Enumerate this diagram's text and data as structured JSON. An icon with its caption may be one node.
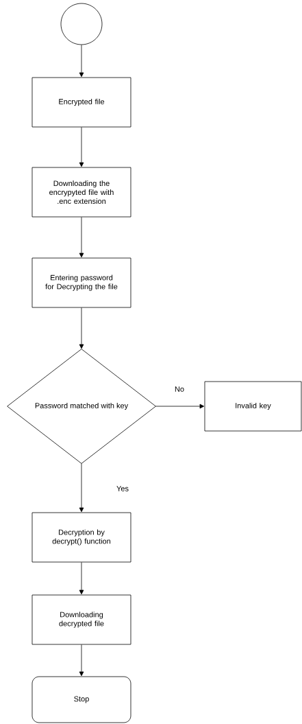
{
  "diagram": {
    "nodes": [
      {
        "text": [],
        "shape": "circle"
      },
      {
        "text": [
          "Encrypted file"
        ]
      },
      {
        "text": [
          "Downloading the encrypyted file with .enc extension"
        ]
      },
      {
        "text": [
          "Entering password for Decrypting the file"
        ]
      },
      {
        "text": [
          "Password matched with key"
        ]
      },
      {
        "text": [
          "Invalid key"
        ]
      },
      {
        "text": [
          "Decryption by decrypt() function"
        ]
      },
      {
        "text": [
          "Downloading decrypted file"
        ]
      },
      {
        "text": [
          "Stop"
        ]
      }
    ],
    "edges": [
      {
        "from": 0,
        "to": 1,
        "arrow": "to"
      },
      {
        "from": 1,
        "to": 2,
        "arrow": "to"
      },
      {
        "from": 2,
        "to": 3,
        "arrow": "to"
      },
      {
        "from": 3,
        "to": 4,
        "arrow": "to"
      },
      {
        "from": 4,
        "to": 5,
        "arrow": "to",
        "label": "No"
      },
      {
        "from": 4,
        "to": 6,
        "arrow": "to",
        "label": "Yes"
      },
      {
        "from": 6,
        "to": 7,
        "arrow": "to"
      },
      {
        "from": 7,
        "to": 8,
        "arrow": "to"
      }
    ]
  }
}
